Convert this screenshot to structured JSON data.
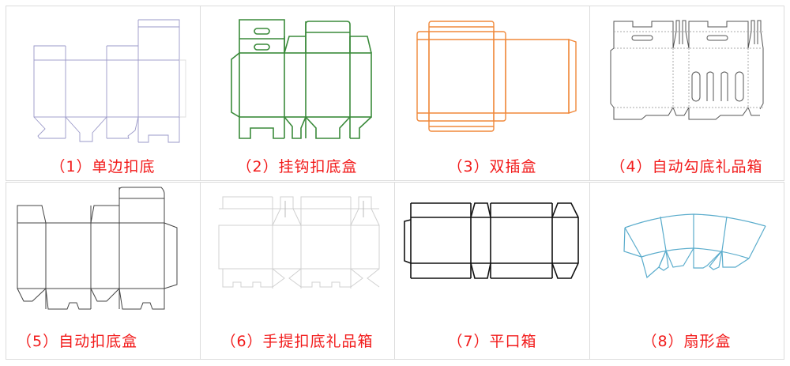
{
  "items": [
    {
      "label": "（1）单边扣底",
      "color": "#9a98c8"
    },
    {
      "label": "（2）挂钩扣底盒",
      "color": "#3a8a3a"
    },
    {
      "label": "（3）双插盒",
      "color": "#f0883a"
    },
    {
      "label": "（4）自动勾底礼品箱",
      "color": "#555555"
    },
    {
      "label": "（5）自动扣底盒",
      "color": "#444444"
    },
    {
      "label": "（6）手提扣底礼品箱",
      "color": "#cfcfcf"
    },
    {
      "label": "（7）平口箱",
      "color": "#111111"
    },
    {
      "label": "（8）扇形盒",
      "color": "#5aaccc"
    }
  ]
}
